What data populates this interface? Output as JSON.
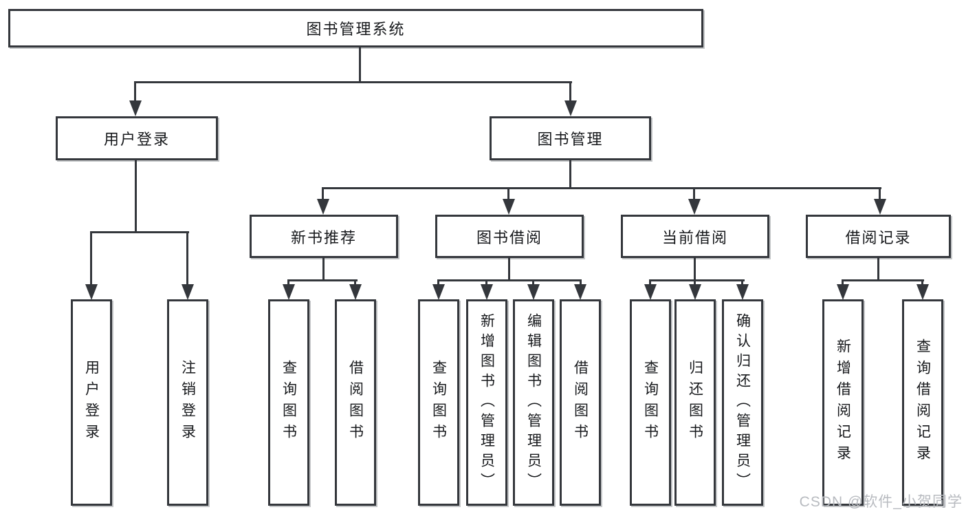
{
  "tree": {
    "root": "图书管理系统",
    "branches": [
      {
        "label": "用户登录",
        "children": [
          "用户登录",
          "注销登录"
        ]
      },
      {
        "label": "图书管理",
        "sub": [
          {
            "label": "新书推荐",
            "children": [
              "查询图书",
              "借阅图书"
            ]
          },
          {
            "label": "图书借阅",
            "children": [
              "查询图书",
              "新增图书（管理员）",
              "编辑图书（管理员）",
              "借阅图书"
            ]
          },
          {
            "label": "当前借阅",
            "children": [
              "查询图书",
              "归还图书",
              "确认归还（管理员）"
            ]
          },
          {
            "label": "借阅记录",
            "children": [
              "新增借阅记录",
              "查询借阅记录"
            ]
          }
        ]
      }
    ]
  },
  "watermark": "CSDN @软件_小贺同学",
  "colors": {
    "line": "#34373c",
    "text": "#17191c",
    "watermark": "#b8bbc0",
    "background": "#ffffff"
  }
}
